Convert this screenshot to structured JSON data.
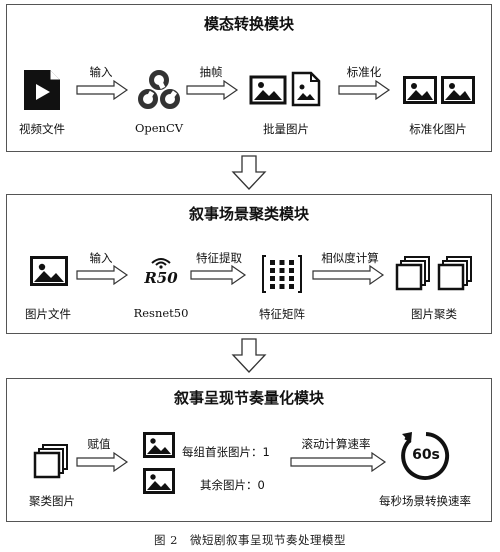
{
  "modules": [
    {
      "title": "模态转换模块",
      "nodes": {
        "video": "视频文件",
        "opencv": "OpenCV",
        "batch": "批量图片",
        "standard": "标准化图片"
      },
      "arrows": [
        "输入",
        "抽帧",
        "标准化"
      ]
    },
    {
      "title": "叙事场景聚类模块",
      "nodes": {
        "image": "图片文件",
        "resnet": "Resnet50",
        "resnet_logo": "R50",
        "matrix": "特征矩阵",
        "cluster": "图片聚类"
      },
      "arrows": [
        "输入",
        "特征提取",
        "相似度计算"
      ]
    },
    {
      "title": "叙事呈现节奏量化模块",
      "nodes": {
        "clustered": "聚类图片",
        "rate": "每秒场景转换速率",
        "timer": "60s"
      },
      "assign_values": {
        "first": "每组首张图片：1",
        "rest": "其余图片：0"
      },
      "arrows": [
        "赋值",
        "滚动计算速率"
      ]
    }
  ],
  "caption": "图 2　微短剧叙事呈现节奏处理模型"
}
